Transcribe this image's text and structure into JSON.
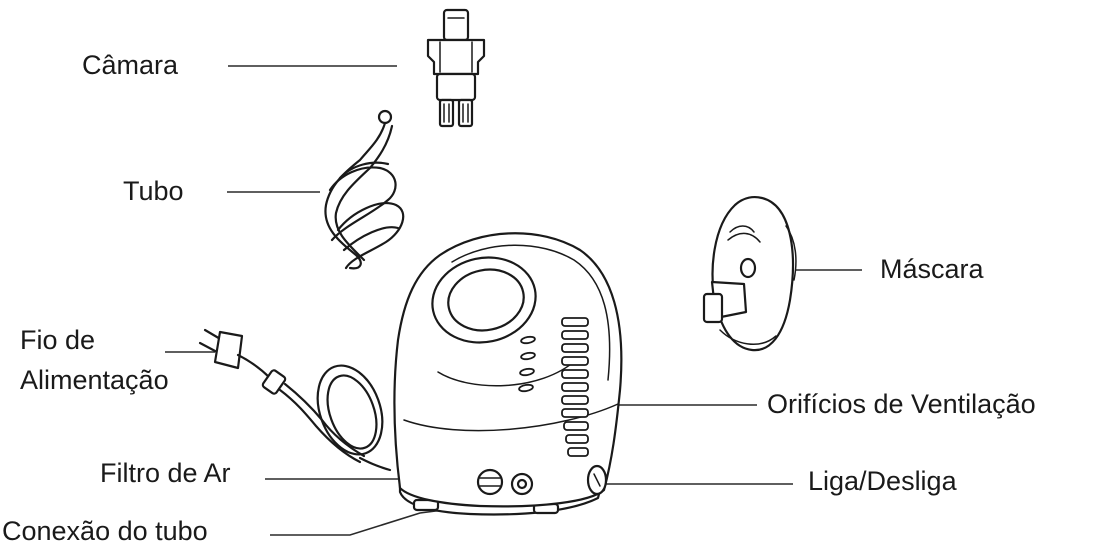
{
  "labels": {
    "camara": "Câmara",
    "tubo": "Tubo",
    "mascara": "Máscara",
    "fio_line1": "Fio de",
    "fio_line2": "Alimentação",
    "orificios": "Orifícios de Ventilação",
    "filtro": "Filtro de Ar",
    "liga": "Liga/Desliga",
    "conexao": "Conexão do tubo"
  },
  "icons": [
    "nebulizer-chamber-icon",
    "air-tube-icon",
    "face-mask-icon",
    "power-cord-icon",
    "compressor-unit-icon"
  ],
  "colors": {
    "ink": "#1a1a1a",
    "background": "#ffffff"
  }
}
